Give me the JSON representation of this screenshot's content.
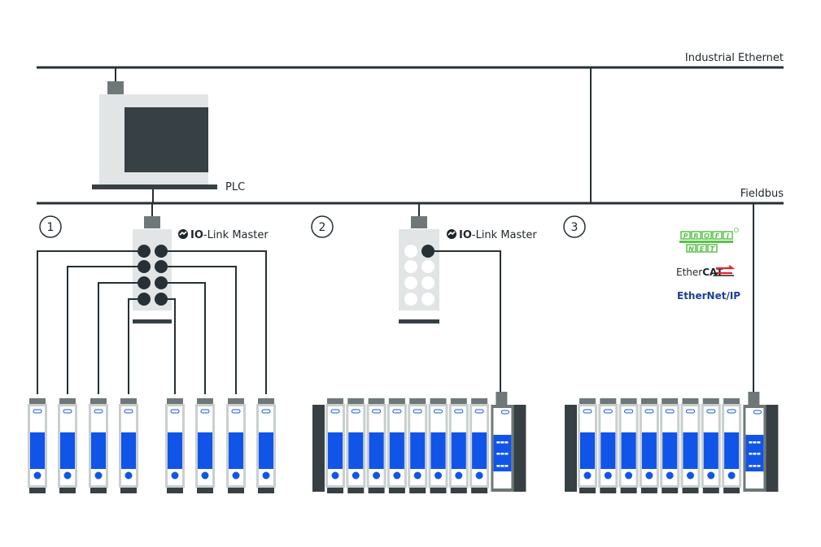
{
  "colors": {
    "line": "#263035",
    "device_light": "#e1e5e5",
    "device_dark": "#374044",
    "connector": "#6f7878",
    "module_frame": "#c9cfcf",
    "blue": "#1155e8",
    "profinet_green": "#5ac24a",
    "ethercat_red": "#e0262b",
    "ethernetip_blue": "#1c3f94"
  },
  "buses": {
    "industrial_ethernet": "Industrial Ethernet",
    "fieldbus": "Fieldbus"
  },
  "plc": {
    "label": "PLC"
  },
  "scenarios": [
    {
      "number": "1",
      "master_label_bold": "IO",
      "master_label_rest": "-Link Master",
      "connected_ports": 8,
      "modules": 8
    },
    {
      "number": "2",
      "master_label_bold": "IO",
      "master_label_rest": "-Link Master",
      "connected_ports": 1,
      "modules": 8,
      "has_head_station": true
    },
    {
      "number": "3",
      "modules": 8,
      "has_head_station": true
    }
  ],
  "protocols": [
    {
      "name": "PROFINET",
      "line1": "PROFI",
      "line2": "NET"
    },
    {
      "name": "EtherCAT",
      "text_regular": "Ether",
      "text_bold": "CAT"
    },
    {
      "name": "EtherNet/IP",
      "text": "EtherNet/IP"
    }
  ]
}
